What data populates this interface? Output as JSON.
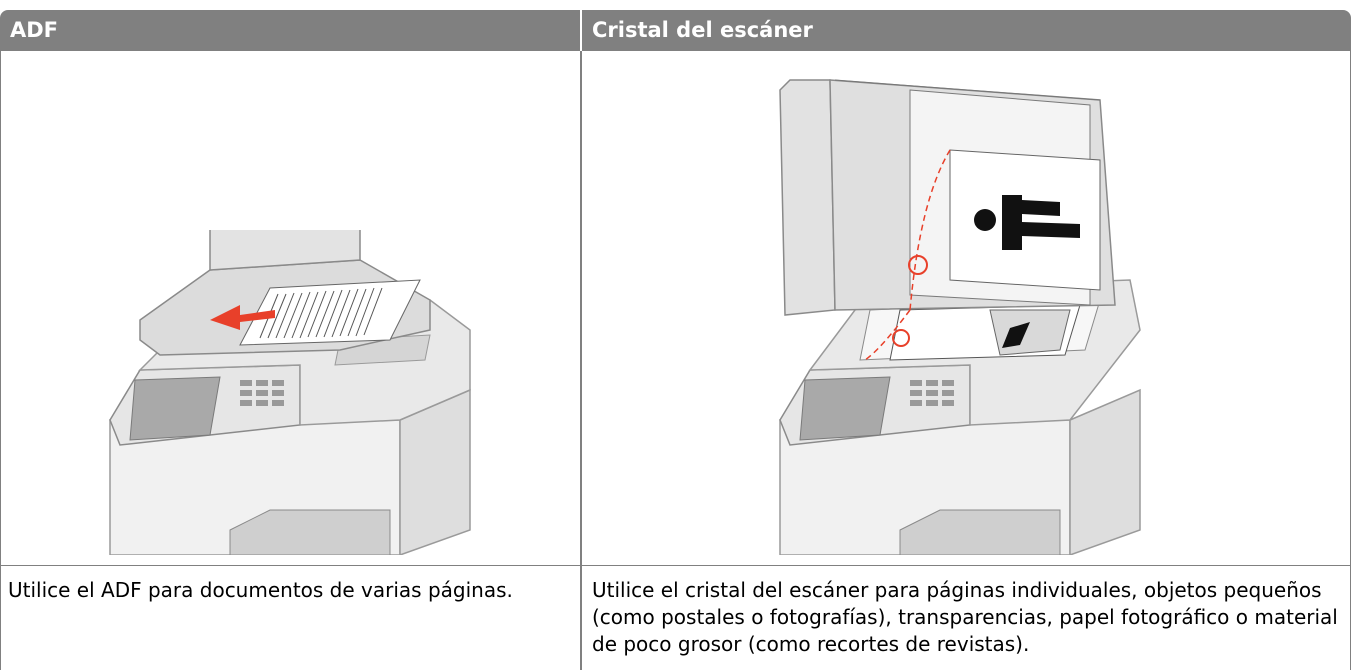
{
  "table": {
    "columns": [
      {
        "header": "ADF",
        "caption": "Utilice el ADF para documentos de varias páginas."
      },
      {
        "header": "Cristal del escáner",
        "caption": "Utilice el cristal del escáner para páginas individuales, objetos pequeños (como postales o fotografías), transparencias, papel fotográfico o material de poco grosor (como recortes de revistas)."
      }
    ]
  },
  "colors": {
    "header_bg": "#808080",
    "header_text": "#ffffff",
    "accent_red": "#e8402a"
  },
  "icons": [
    "printer-adf-illustration",
    "printer-scanner-glass-illustration"
  ]
}
